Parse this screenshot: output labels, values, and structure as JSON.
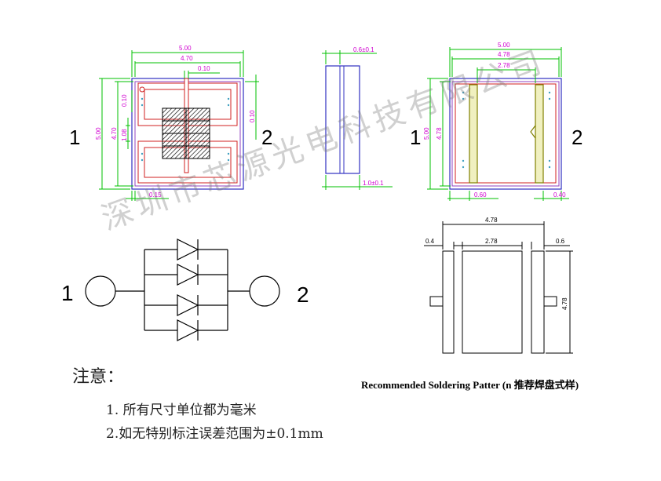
{
  "watermark": "深圳市芯源光电科技有限公司",
  "top_left_view": {
    "width_outer": "5.00",
    "width_inner": "4.70",
    "gap_top": "0.10",
    "height_outer": "5.00",
    "height_inner": "4.70",
    "side_gap_left": "0.10",
    "side_gap_right": "0.10",
    "center_h": "1.08",
    "bottom_gap": "0.15",
    "pin_left": "1",
    "pin_right": "2"
  },
  "side_view": {
    "top_dim": "0.6±0.1",
    "bottom_dim": "1.0±0.1"
  },
  "top_right_view": {
    "width_outer": "5.00",
    "width_inner": "4.78",
    "width_center": "2.78",
    "height_outer": "5.00",
    "height_inner": "4.78",
    "bottom_left": "0.60",
    "bottom_right": "0.40",
    "pin_left": "1",
    "pin_right": "2"
  },
  "schematic": {
    "pin_left": "1",
    "pin_right": "2"
  },
  "soldering_pattern": {
    "total_width": "4.78",
    "left_gap": "0.4",
    "center_width": "2.78",
    "right_gap": "0.6",
    "height": "4.78",
    "caption": "Recommended Soldering Patter (n 推荐焊盘式样)"
  },
  "notes": {
    "title": "注意：",
    "line1": "1. 所有尺寸单位都为毫米",
    "line2": "2.如无特别标注误差范围为±0.1mm"
  },
  "colors": {
    "outline": "#3030c0",
    "dimension": "#00c000",
    "dim_text": "#d000d0",
    "inner_red": "#d02020",
    "pad_olive": "#808000"
  }
}
